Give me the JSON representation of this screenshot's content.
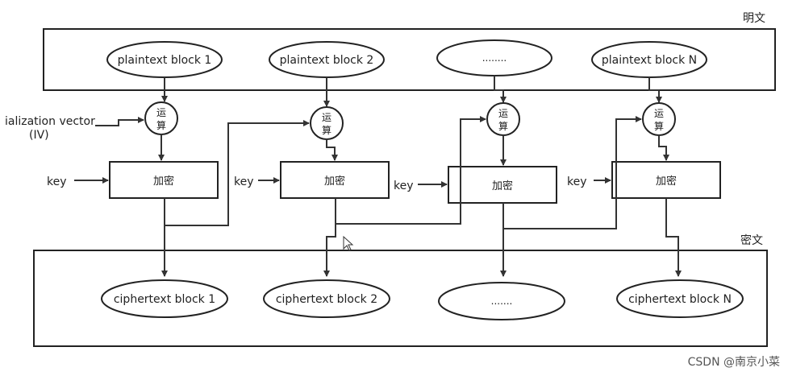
{
  "labels": {
    "plaintext_region": "明文",
    "ciphertext_region": "密文",
    "iv_line1": "ialization vector",
    "iv_line2": "(IV)",
    "key": "key",
    "xor_line1": "运",
    "xor_line2": "算",
    "encrypt": "加密"
  },
  "plaintext_blocks": [
    "plaintext block 1",
    "plaintext block 2",
    "........",
    "plaintext block N"
  ],
  "ciphertext_blocks": [
    "ciphertext block 1",
    "ciphertext block 2",
    ".......",
    "ciphertext block N"
  ],
  "watermark": "CSDN @南京小菜"
}
